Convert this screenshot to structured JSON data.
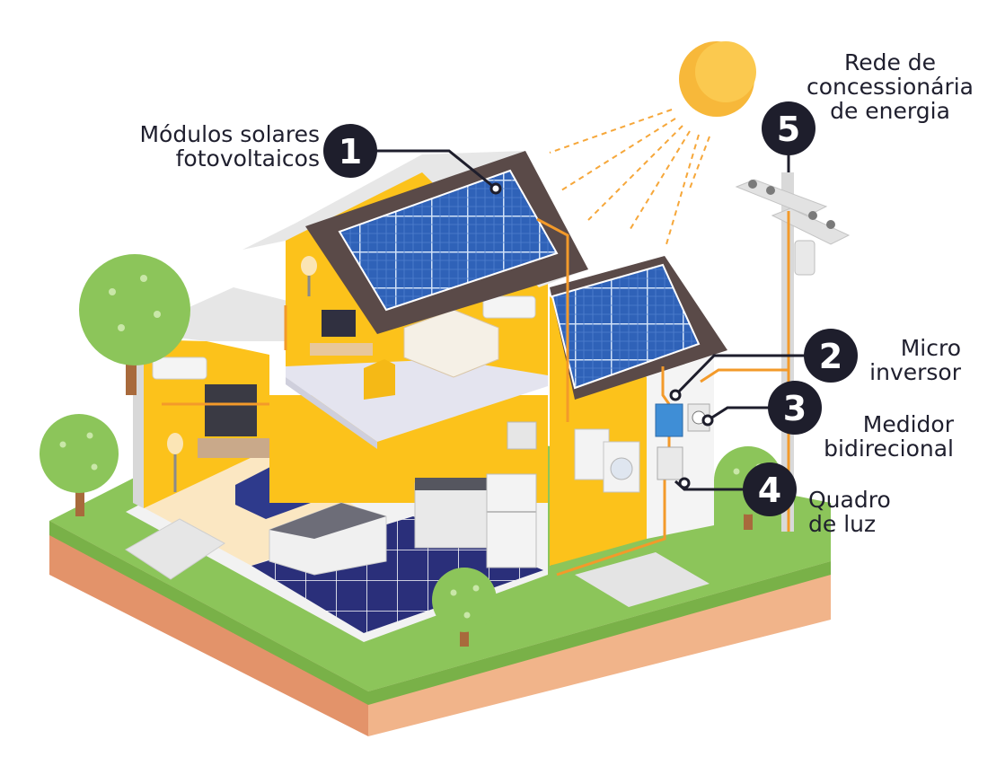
{
  "components": [
    {
      "number": "1",
      "lines": [
        "Módulos solares",
        "fotovoltaicos"
      ]
    },
    {
      "number": "2",
      "lines": [
        "Micro",
        "inversor"
      ]
    },
    {
      "number": "3",
      "lines": [
        "Medidor",
        "bidirecional"
      ]
    },
    {
      "number": "4",
      "lines": [
        "Quadro",
        "de luz"
      ]
    },
    {
      "number": "5",
      "lines": [
        "Rede de",
        "concessionária",
        "de energia"
      ]
    }
  ],
  "colors": {
    "badge": "#1e1e2c",
    "wire": "#f39a2a",
    "wall": "#fcc21b",
    "panel": "#2f62b8",
    "roof": "#5a4a48",
    "grass": "#8cc55a",
    "soil": "#e9a67a",
    "sun": "#f7b83a",
    "floor_tile": "#2a2f7a"
  }
}
